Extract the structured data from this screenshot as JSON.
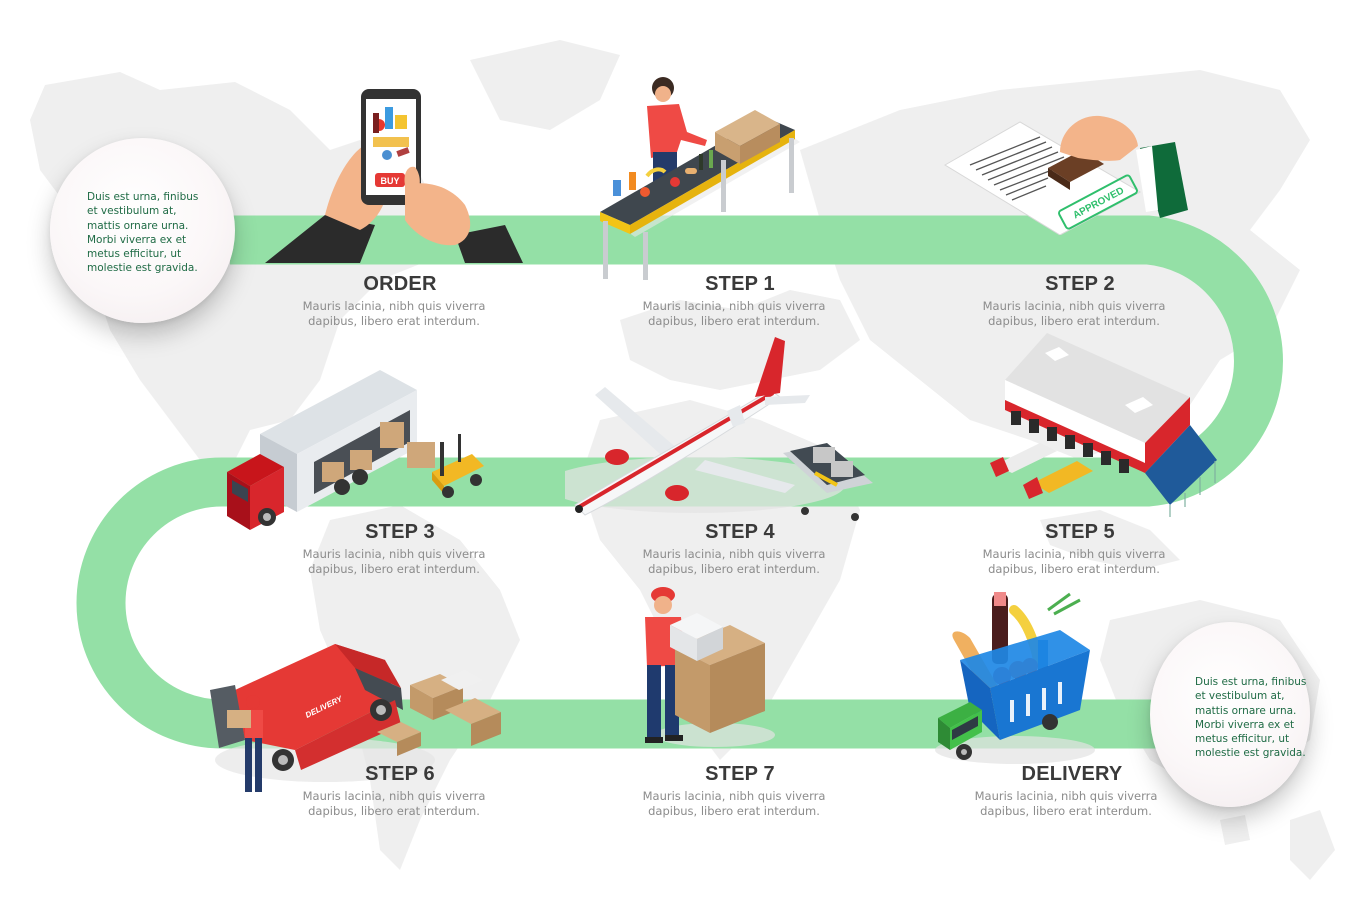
{
  "colors": {
    "track": "#94e0a6",
    "map": "#efefef",
    "title": "#3a3a3a",
    "description": "#8c8c8c",
    "bubble_text": "#1f6b45",
    "accent_red": "#d8262c",
    "accent_green": "#137a41"
  },
  "bubbles": [
    {
      "text": "Duis est urna, finibus\net vestibulum at,\nmattis ornare urna.\nMorbi viverra ex et\nmetus efficitur, ut\nmolestie est gravida."
    },
    {
      "text": "Duis est urna, finibus\net vestibulum at,\nmattis ornare urna.\nMorbi viverra ex et\nmetus efficitur, ut\nmolestie est gravida."
    }
  ],
  "steps": [
    {
      "title": "ORDER",
      "description": "Mauris lacinia, nibh quis viverra\ndapibus, libero erat interdum.",
      "icon": "smartphone-order-icon",
      "button_label": "BUY"
    },
    {
      "title": "STEP 1",
      "description": "Mauris lacinia, nibh quis viverra\ndapibus, libero erat interdum.",
      "icon": "packing-table-icon"
    },
    {
      "title": "STEP 2",
      "description": "Mauris lacinia, nibh quis viverra\ndapibus, libero erat interdum.",
      "icon": "approved-stamp-icon",
      "stamp_label": "APPROVED"
    },
    {
      "title": "STEP 3",
      "description": "Mauris lacinia, nibh quis viverra\ndapibus, libero erat interdum.",
      "icon": "truck-forklift-icon"
    },
    {
      "title": "STEP 4",
      "description": "Mauris lacinia, nibh quis viverra\ndapibus, libero erat interdum.",
      "icon": "airplane-cargo-icon"
    },
    {
      "title": "STEP 5",
      "description": "Mauris lacinia, nibh quis viverra\ndapibus, libero erat interdum.",
      "icon": "warehouse-icon"
    },
    {
      "title": "STEP 6",
      "description": "Mauris lacinia, nibh quis viverra\ndapibus, libero erat interdum.",
      "icon": "delivery-van-icon",
      "van_label": "DELIVERY"
    },
    {
      "title": "STEP 7",
      "description": "Mauris lacinia, nibh quis viverra\ndapibus, libero erat interdum.",
      "icon": "courier-boxes-icon"
    },
    {
      "title": "DELIVERY",
      "description": "Mauris lacinia, nibh quis viverra\ndapibus, libero erat interdum.",
      "icon": "grocery-basket-truck-icon"
    }
  ]
}
